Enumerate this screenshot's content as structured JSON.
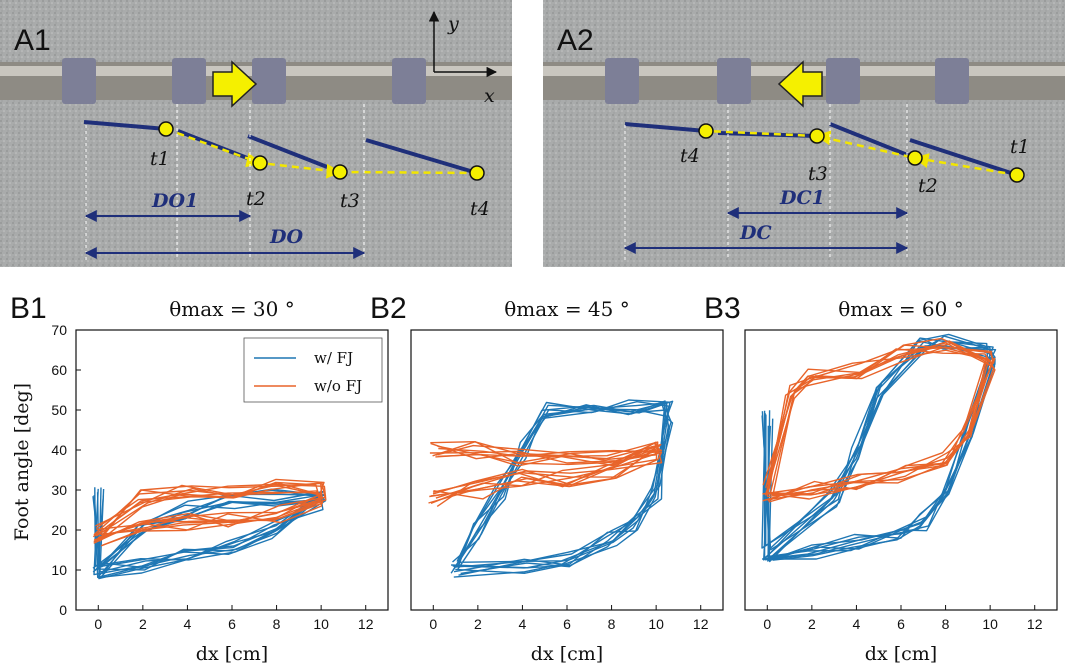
{
  "panels": {
    "a1": {
      "label": "A1",
      "markers": [
        "t1",
        "t2",
        "t3",
        "t4"
      ],
      "distances": [
        "DO1",
        "DO"
      ],
      "axis_y": "y",
      "axis_x": "x"
    },
    "a2": {
      "label": "A2",
      "markers": [
        "t4",
        "t3",
        "t2",
        "t1"
      ],
      "distances": [
        "DC1",
        "DC"
      ]
    }
  },
  "colors": {
    "with_fj": "#1f77b4",
    "without_fj": "#e8642a",
    "arrow": "#f5f000",
    "robot_leg": "#1f2f7a",
    "trajectory": "#f2e600"
  },
  "chart_data": [
    {
      "type": "line",
      "panel_label": "B1",
      "title": "θmax = 30 °",
      "xlabel": "dx [cm]",
      "ylabel": "Foot angle [deg]",
      "xlim": [
        -1,
        13
      ],
      "ylim": [
        0,
        70
      ],
      "xticks": [
        0,
        2,
        4,
        6,
        8,
        10,
        12
      ],
      "yticks": [
        0,
        10,
        20,
        30,
        40,
        50,
        60,
        70
      ],
      "legend": {
        "placement": "top-right",
        "entries": [
          "w/ FJ",
          "w/o FJ"
        ]
      },
      "series": [
        {
          "name": "w/ FJ",
          "color": "#1f77b4",
          "x": [
            0,
            0,
            2,
            4,
            6,
            8,
            10,
            10,
            8,
            6,
            4,
            2,
            0
          ],
          "y": [
            30,
            10,
            11,
            13,
            16,
            20,
            27,
            29,
            28,
            27,
            25,
            20,
            10
          ]
        },
        {
          "name": "w/o FJ",
          "color": "#e8642a",
          "x": [
            0,
            2,
            4,
            6,
            8,
            10,
            10,
            8,
            6,
            4,
            2,
            0
          ],
          "y": [
            18,
            21,
            22,
            23,
            24,
            27,
            30,
            31,
            30,
            29,
            28,
            19
          ]
        }
      ]
    },
    {
      "type": "line",
      "panel_label": "B2",
      "title": "θmax = 45 °",
      "xlabel": "dx [cm]",
      "ylabel": "",
      "xlim": [
        -1,
        13
      ],
      "ylim": [
        0,
        70
      ],
      "xticks": [
        0,
        2,
        4,
        6,
        8,
        10,
        12
      ],
      "yticks": [],
      "series": [
        {
          "name": "",
          "color": "#1f77b4",
          "x": [
            1,
            4,
            6,
            8,
            9,
            10,
            10.5,
            10.5,
            9,
            7,
            5,
            4,
            3,
            2,
            1
          ],
          "y": [
            10,
            11,
            13,
            18,
            22,
            30,
            45,
            50,
            51,
            51,
            50,
            40,
            30,
            20,
            10
          ]
        },
        {
          "name": "",
          "color": "#e8642a",
          "x": [
            0,
            2,
            4,
            6,
            8,
            10,
            10,
            8,
            6,
            4,
            2,
            0
          ],
          "y": [
            28,
            30,
            33,
            33,
            35,
            39,
            40,
            38,
            38,
            38,
            40,
            40
          ]
        }
      ]
    },
    {
      "type": "line",
      "panel_label": "B3",
      "title": "θmax = 60 °",
      "xlabel": "dx [cm]",
      "ylabel": "",
      "xlim": [
        -1,
        13
      ],
      "ylim": [
        0,
        70
      ],
      "xticks": [
        0,
        2,
        4,
        6,
        8,
        10,
        12
      ],
      "yticks": [],
      "series": [
        {
          "name": "",
          "color": "#1f77b4",
          "x": [
            0,
            2,
            4,
            6,
            7,
            8,
            9,
            10,
            10,
            8,
            7,
            5,
            4,
            3,
            0,
            0
          ],
          "y": [
            14,
            15,
            17,
            19,
            22,
            30,
            45,
            62,
            65,
            67,
            66,
            55,
            40,
            28,
            14,
            48
          ]
        },
        {
          "name": "",
          "color": "#e8642a",
          "x": [
            0,
            2,
            4,
            6,
            8,
            9,
            10,
            10,
            8,
            6,
            4,
            2,
            1,
            0
          ],
          "y": [
            28,
            30,
            32,
            34,
            38,
            45,
            62,
            63,
            66,
            64,
            60,
            58,
            55,
            30
          ]
        }
      ]
    }
  ]
}
